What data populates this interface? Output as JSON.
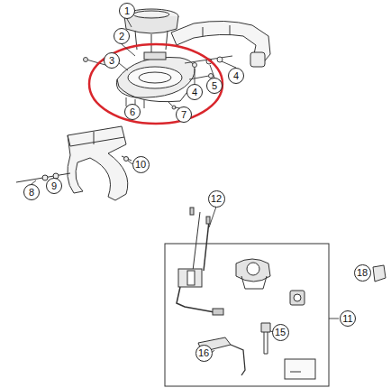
{
  "diagram": {
    "labels": [
      "1",
      "2",
      "3",
      "4",
      "5",
      "4",
      "6",
      "7",
      "10",
      "9",
      "8",
      "12",
      "18",
      "11",
      "15",
      "16"
    ]
  }
}
